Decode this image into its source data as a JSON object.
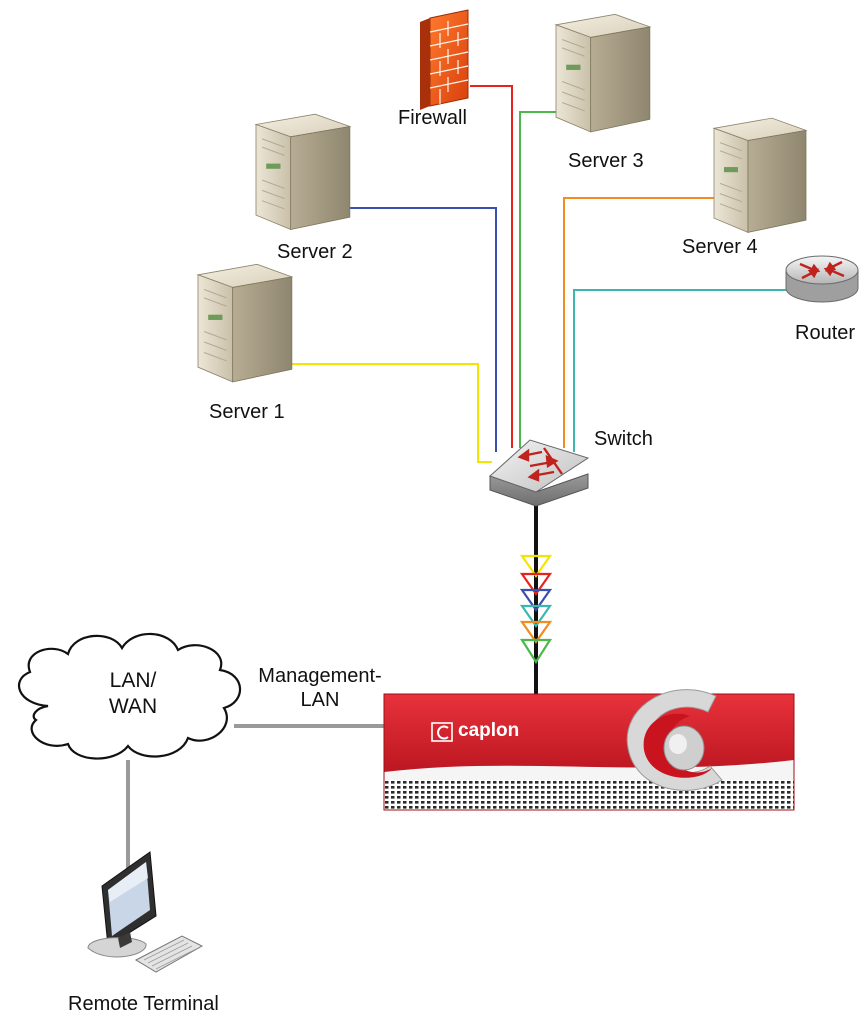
{
  "labels": {
    "firewall": "Firewall",
    "server1": "Server 1",
    "server2": "Server 2",
    "server3": "Server 3",
    "server4": "Server 4",
    "router": "Router",
    "switch": "Switch",
    "management_line1": "Management-",
    "management_line2": "LAN",
    "cloud_line1": "LAN/",
    "cloud_line2": "WAN",
    "remote_terminal": "Remote Terminal",
    "brand": "caplon"
  },
  "colors": {
    "server1_link": "#f2e600",
    "server2_link": "#3b4fb0",
    "firewall_link": "#e8231e",
    "server3_link": "#4cb84a",
    "server4_link": "#f28c1e",
    "router_link": "#3ab8b0",
    "appliance_red": "#d9242f",
    "management_link": "#9a9a9a",
    "trunk": "#111111"
  },
  "icons": {
    "firewall": "brick-firewall-icon",
    "server": "tower-server-icon",
    "router": "router-icon",
    "switch": "network-switch-icon",
    "cloud": "cloud-icon",
    "terminal": "workstation-icon",
    "appliance": "caplon-appliance-icon"
  }
}
